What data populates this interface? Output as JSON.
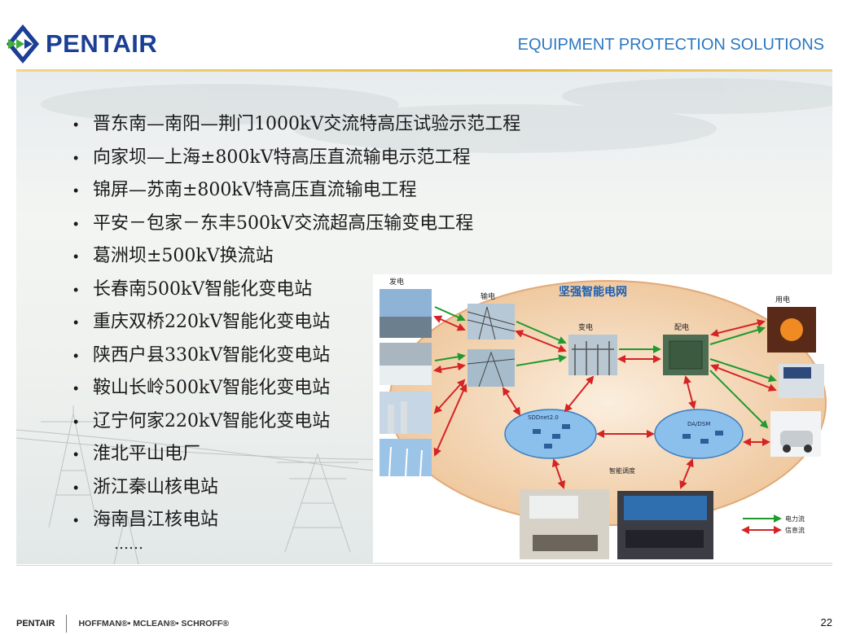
{
  "header": {
    "logo_text": "PENTAIR",
    "title": "EQUIPMENT PROTECTION SOLUTIONS"
  },
  "bullets": [
    "晋东南—南阳—荆门1000kV交流特高压试验示范工程",
    "向家坝—上海±800kV特高压直流输电示范工程",
    "锦屏—苏南±800kV特高压直流输电工程",
    "平安－包家－东丰500kV交流超高压输变电工程",
    "葛洲坝±500kV换流站",
    "长春南500kV智能化变电站",
    "重庆双桥220kV智能化变电站",
    "陕西户县330kV智能化变电站",
    "鞍山长岭500kV智能化变电站",
    "辽宁何家220kV智能化变电站",
    "淮北平山电厂",
    "浙江秦山核电站",
    "海南昌江核电站"
  ],
  "ellipsis": "……",
  "diagram": {
    "title": "坚强智能电网",
    "gen_label": "发电",
    "trans_label": "输电",
    "sub_label": "变电",
    "dist_label": "配电",
    "use_label": "用电",
    "sdh_label": "SDDnet2.0",
    "dadsm_label": "DA/DSM",
    "dispatch_label": "智能调度",
    "legend_power": "电力流",
    "legend_info": "信息流",
    "colors": {
      "power": "#1e9a2f",
      "info": "#d42424",
      "ellipse": "#f4d9b8",
      "cloud": "#7fb5e8"
    }
  },
  "footer": {
    "brand": "PENTAIR",
    "subs": "HOFFMAN®• MCLEAN®• SCHROFF®",
    "page": "22"
  }
}
